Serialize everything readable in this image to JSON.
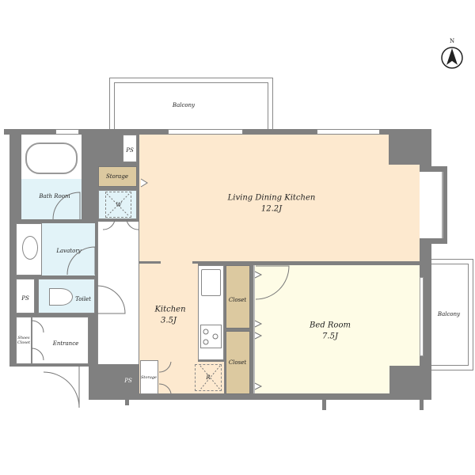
{
  "rooms": {
    "balcony_top": "Balcony",
    "balcony_right": "Balcony",
    "ldk": {
      "name": "Living Dining Kitchen",
      "size": "12.2J"
    },
    "kitchen": {
      "name": "Kitchen",
      "size": "3.5J"
    },
    "bedroom": {
      "name": "Bed Room",
      "size": "7.5J"
    },
    "bath": "Bath Room",
    "lavatory": "Lavatory",
    "toilet": "Toilet",
    "entrance": "Entrance",
    "shoes_closet": "Shoes Closet",
    "storage_top": "Storage",
    "storage_kitchen": "Storage",
    "closet_1": "Closet",
    "closet_2": "Closet",
    "ps_top": "PS",
    "ps_left": "PS",
    "ps_bottom": "PS",
    "washer": "W",
    "fridge": "R"
  },
  "compass": {
    "label": "N"
  },
  "colors": {
    "wall": "#808080",
    "wet": "#e2f3f8",
    "ldk": "#fde9cf",
    "closet": "#dcc9a0",
    "bedroom": "#fefce6"
  }
}
